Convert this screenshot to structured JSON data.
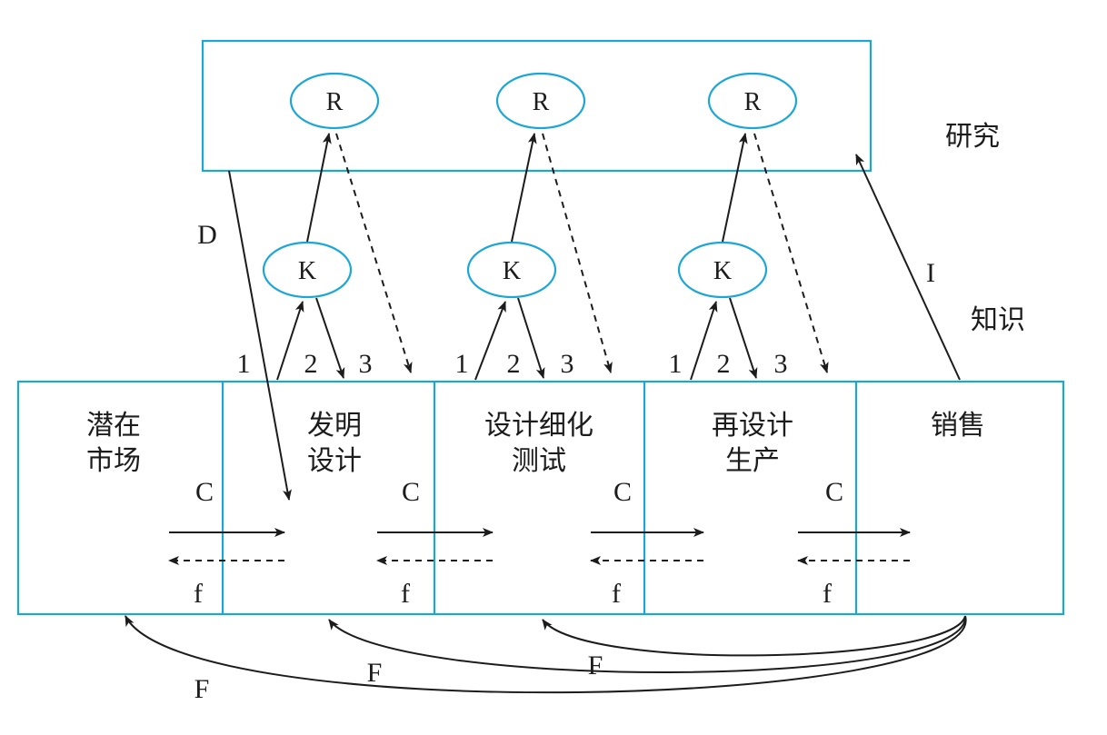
{
  "research": {
    "label": "研究",
    "nodes": [
      "R",
      "R",
      "R"
    ]
  },
  "knowledge": {
    "label": "知识",
    "nodes": [
      "K",
      "K",
      "K"
    ]
  },
  "stages": [
    {
      "lines": [
        "潜在",
        "市场"
      ]
    },
    {
      "lines": [
        "发明",
        "设计"
      ]
    },
    {
      "lines": [
        "设计细化",
        "测试"
      ]
    },
    {
      "lines": [
        "再设计",
        "生产"
      ]
    },
    {
      "lines": [
        "销售"
      ]
    }
  ],
  "links": {
    "D": "D",
    "I": "I",
    "C": [
      "C",
      "C",
      "C",
      "C"
    ],
    "f": [
      "f",
      "f",
      "f",
      "f"
    ],
    "F": [
      "F",
      "F",
      "F"
    ],
    "steps": [
      "1",
      "2",
      "3",
      "1",
      "2",
      "3",
      "1",
      "2",
      "3"
    ]
  }
}
